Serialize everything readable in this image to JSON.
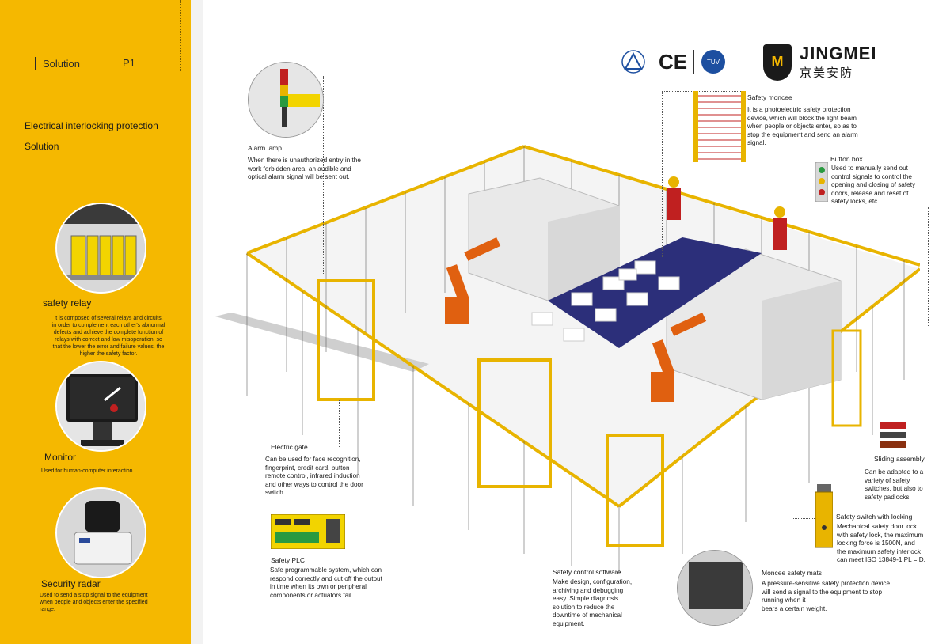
{
  "sidebar": {
    "section": "Solution",
    "page": "P1",
    "title1": "Electrical interlocking protection",
    "title2": "Solution",
    "items": [
      {
        "label": "safety relay",
        "icon": "safety-relay-photo",
        "desc": [
          "It is composed of several relays and circuits,",
          "in order to complement each other's abnormal",
          "defects and achieve the complete function of",
          "relays with correct and low misoperation, so",
          "that the lower the error and failure values, the",
          "higher the safety factor."
        ]
      },
      {
        "label": "Monitor",
        "icon": "monitor-photo",
        "desc": [
          "Used for human-computer interaction."
        ]
      },
      {
        "label": "Security radar",
        "icon": "security-radar-photo",
        "desc": [
          "Used to send a stop signal to the equipment",
          "when people and objects enter the specified",
          "range."
        ]
      }
    ]
  },
  "brand": {
    "name_en": "JINGMEI",
    "name_cn": "京美安防",
    "mark": "M",
    "certs": [
      "ce-mark",
      "tuv-mark",
      "triangle-cert-mark"
    ],
    "ce_text": "CE",
    "tuv_text": "TÜV"
  },
  "annotations": {
    "alarm": {
      "title": "Alarm lamp",
      "text": [
        "When there is unauthorized entry in the",
        "work forbidden area, an audible and",
        "optical  alarm signal will be sent out."
      ]
    },
    "monitor_curtain": {
      "title": "Safety moncee",
      "text": [
        "It is a photoelectric safety protection",
        "device, which will block the light beam",
        "when people or objects enter, so as to",
        "stop the equipment and send an alarm",
        "signal."
      ]
    },
    "button_box": {
      "title": "Button box",
      "text": [
        "Used to manually send out",
        "control signals to control the",
        "opening and closing of safety",
        "doors, release and reset of",
        "safety locks, etc."
      ]
    },
    "electric_gate": {
      "title": "Electric gate",
      "text": [
        "Can be used for face recognition,",
        "fingerprint, credit card, button",
        "remote control, infrared induction",
        "and other ways to control the door",
        "switch."
      ]
    },
    "sliding": {
      "title": "Sliding assembly",
      "text": [
        "Can be adapted to a",
        "variety of safety",
        "switches, but also to",
        "safety padlocks."
      ]
    },
    "switch_lock": {
      "title": "Safety switch with locking",
      "text": [
        "Mechanical safety door lock",
        "with safety lock, the maximum",
        " locking force is 1500N, and",
        "the maximum safety interlock",
        "can meet ISO 13849-1 PL = D."
      ]
    },
    "plc": {
      "title": "Safety PLC",
      "text": [
        "Safe programmable system, which can",
        "respond correctly and cut off the output",
        " in time when its own or peripheral",
        "components or actuators fail."
      ]
    },
    "software": {
      "title": "Safety control software",
      "text": [
        "Make design, configuration,",
        "archiving and debugging",
        "easy. Simple diagnosis",
        "solution to reduce the",
        "downtime of mechanical",
        "equipment."
      ]
    },
    "mats": {
      "title": "Moncee safety mats",
      "text": [
        "A pressure-sensitive safety protection device",
        " will send  a signal to the equipment to stop",
        "running when it",
        "bears a certain weight."
      ]
    }
  },
  "colors": {
    "accent": "#f5b800",
    "fence": "#e8b400",
    "robot": "#e06010",
    "conveyor": "#2c2f7a"
  }
}
